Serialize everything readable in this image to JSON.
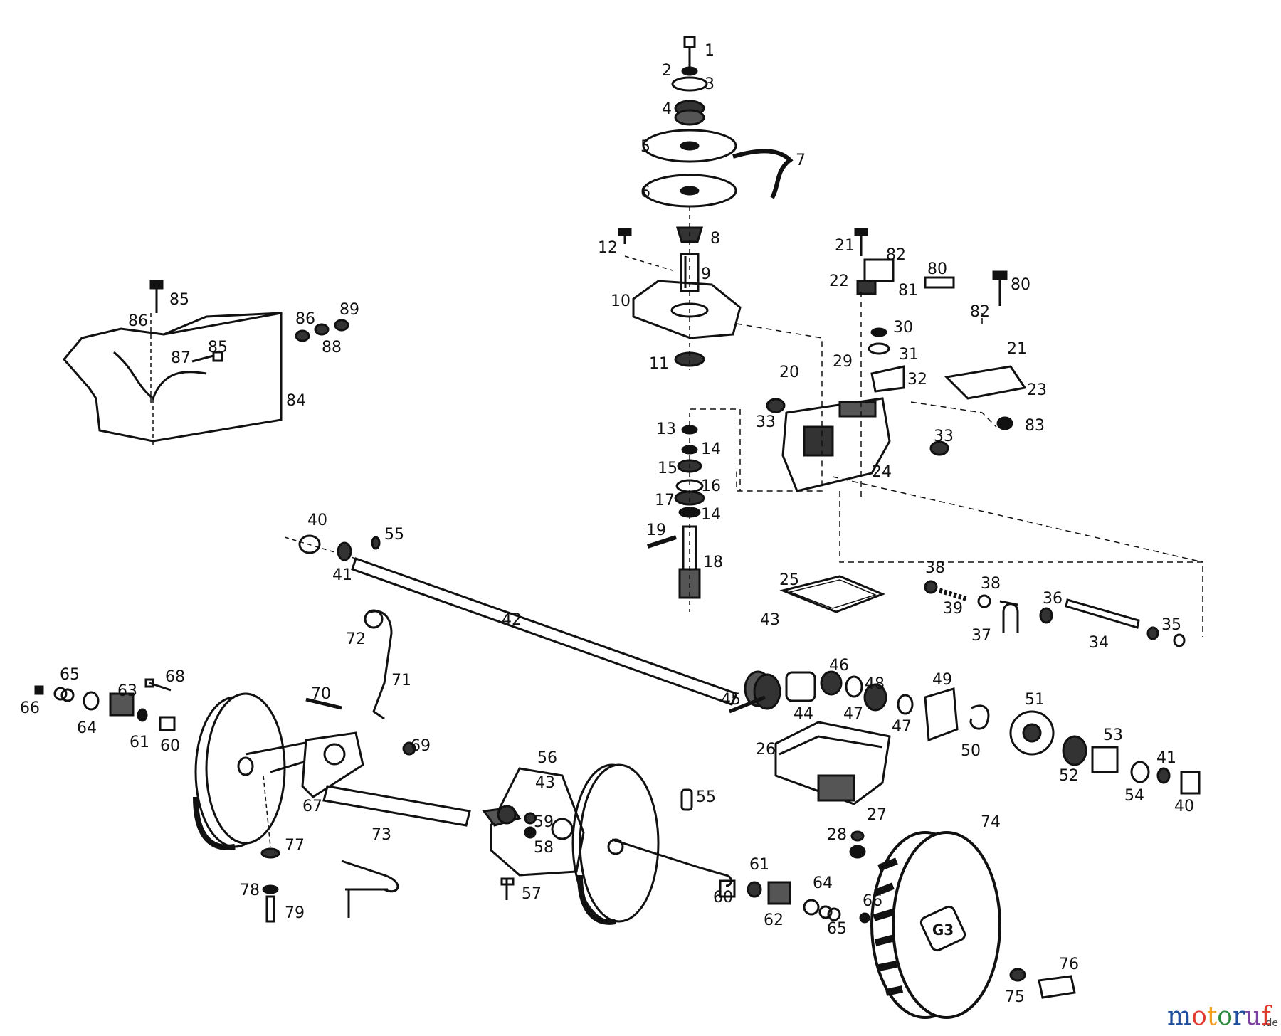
{
  "diagram": {
    "part_labels": [
      "1",
      "2",
      "3",
      "4",
      "5",
      "6",
      "7",
      "8",
      "9",
      "10",
      "11",
      "12",
      "13",
      "14",
      "15",
      "16",
      "17",
      "18",
      "19",
      "20",
      "21",
      "22",
      "23",
      "24",
      "25",
      "26",
      "27",
      "28",
      "29",
      "30",
      "31",
      "32",
      "33",
      "34",
      "35",
      "36",
      "37",
      "38",
      "39",
      "40",
      "41",
      "42",
      "43",
      "44",
      "45",
      "46",
      "47",
      "48",
      "49",
      "50",
      "51",
      "52",
      "53",
      "54",
      "55",
      "56",
      "57",
      "58",
      "59",
      "60",
      "61",
      "62",
      "63",
      "64",
      "65",
      "66",
      "67",
      "68",
      "69",
      "70",
      "71",
      "72",
      "73",
      "74",
      "75",
      "76",
      "77",
      "78",
      "79",
      "80",
      "81",
      "82",
      "83",
      "84",
      "85",
      "86",
      "87",
      "88",
      "89"
    ],
    "wheel_badge": "G3"
  },
  "watermark": {
    "m": "m",
    "o": "o",
    "t": "t",
    "o2": "o",
    "r": "r",
    "u": "u",
    "f": "f",
    "suffix": ".de"
  },
  "colors": {
    "ink": "#111111",
    "watermark_m": "#1f4e9c",
    "watermark_o": "#e03a2f",
    "watermark_t": "#f0a020",
    "watermark_o2": "#2b8a3e",
    "watermark_r": "#1f4e9c",
    "watermark_u": "#7a3fa0",
    "watermark_f": "#e03a2f"
  }
}
